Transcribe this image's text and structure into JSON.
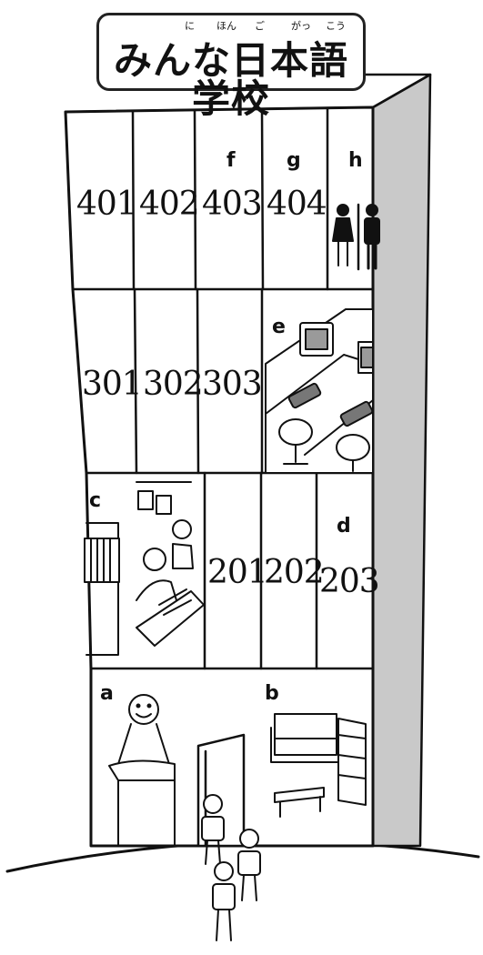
{
  "sign": {
    "title": "みんな日本語学校",
    "furigana": [
      "に",
      "ほん",
      "ご",
      "がっ",
      "こう"
    ]
  },
  "floor4": {
    "rooms": [
      "401",
      "402",
      "403",
      "404"
    ],
    "letters": [
      "f",
      "g",
      "h"
    ],
    "restroom_icon": "restroom-icon"
  },
  "floor3": {
    "rooms": [
      "301",
      "302",
      "303"
    ],
    "letters": [
      "e"
    ],
    "illustration": "computer-room"
  },
  "floor2": {
    "rooms": [
      "201",
      "202",
      "203"
    ],
    "letters": [
      "c",
      "d"
    ],
    "illustration": "office"
  },
  "floor1": {
    "letters": [
      "a",
      "b"
    ],
    "illustrations": [
      "reception",
      "lounge",
      "entrance-door",
      "students"
    ]
  }
}
